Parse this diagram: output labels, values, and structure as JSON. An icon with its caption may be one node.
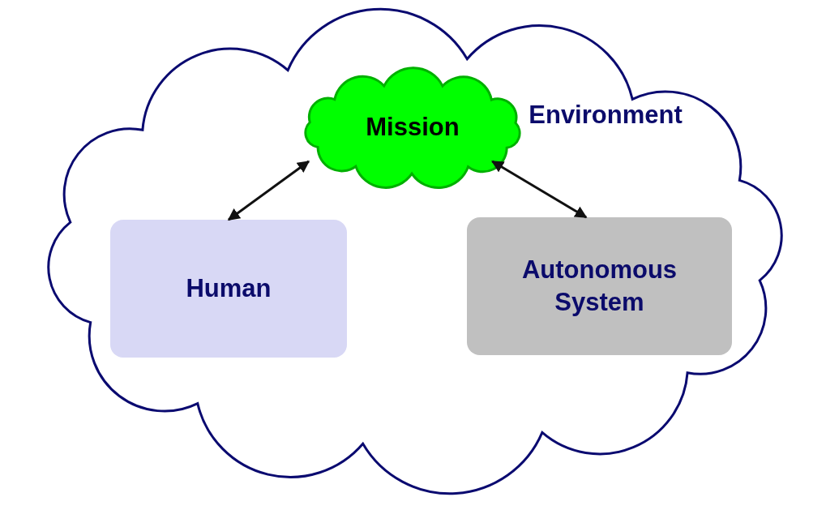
{
  "diagram": {
    "nodes": [
      {
        "text": [
          "Environment"
        ]
      },
      {
        "text": [
          "Mission"
        ],
        "in": 0
      },
      {
        "text": [
          "Human"
        ],
        "in": 0
      },
      {
        "text": [
          "Autonomous System"
        ],
        "in": 0
      }
    ],
    "edges": [
      {
        "from": 2,
        "to": 1,
        "arrow": "both"
      },
      {
        "from": 1,
        "to": 3,
        "arrow": "both"
      }
    ]
  }
}
